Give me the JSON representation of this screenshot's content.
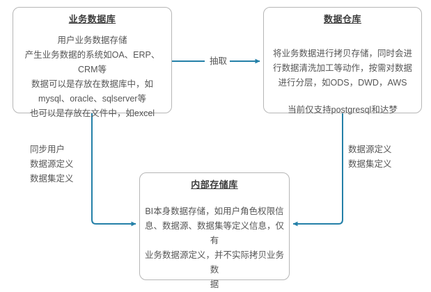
{
  "diagram": {
    "type": "flow-diagram",
    "accent_color": "#2480a8",
    "box_border_color": "#b6b6b6",
    "title_color": "#3b3b3b",
    "body_color": "#555555",
    "nodes": [
      {
        "id": "source",
        "title": "业务数据库",
        "lines": [
          "用户业务数据存储",
          "产生业务数据的系统如OA、ERP、",
          "CRM等",
          "数据可以是存放在数据库中，如",
          "mysql、oracle、sqlserver等",
          "也可以是存放在文件中，如excel"
        ]
      },
      {
        "id": "warehouse",
        "title": "数据仓库",
        "lines": [
          "将业务数据进行拷贝存储，同时会进",
          "行数据清洗加工等动作，按需对数据",
          "进行分层，如ODS，DWD，AWS"
        ],
        "lines2": [
          "当前仅支持postgresql和达梦"
        ]
      },
      {
        "id": "internal",
        "title": "内部存储库",
        "lines": [
          "BI本身数据存储，如用户角色权限信",
          "息、数据源、数据集等定义信息，仅有",
          "业务数据源定义，并不实际拷贝业务数",
          "据"
        ]
      }
    ],
    "edges": [
      {
        "id": "extract",
        "from": "source",
        "to": "warehouse",
        "label": "抽取",
        "direction": "right"
      },
      {
        "id": "source-to-internal",
        "from": "source",
        "to": "internal",
        "label_lines": [
          "同步用户",
          "数据源定义",
          "数据集定义"
        ],
        "direction": "down-right"
      },
      {
        "id": "warehouse-to-internal",
        "from": "warehouse",
        "to": "internal",
        "label_lines": [
          "数据源定义",
          "数据集定义"
        ],
        "direction": "down-left"
      }
    ]
  }
}
